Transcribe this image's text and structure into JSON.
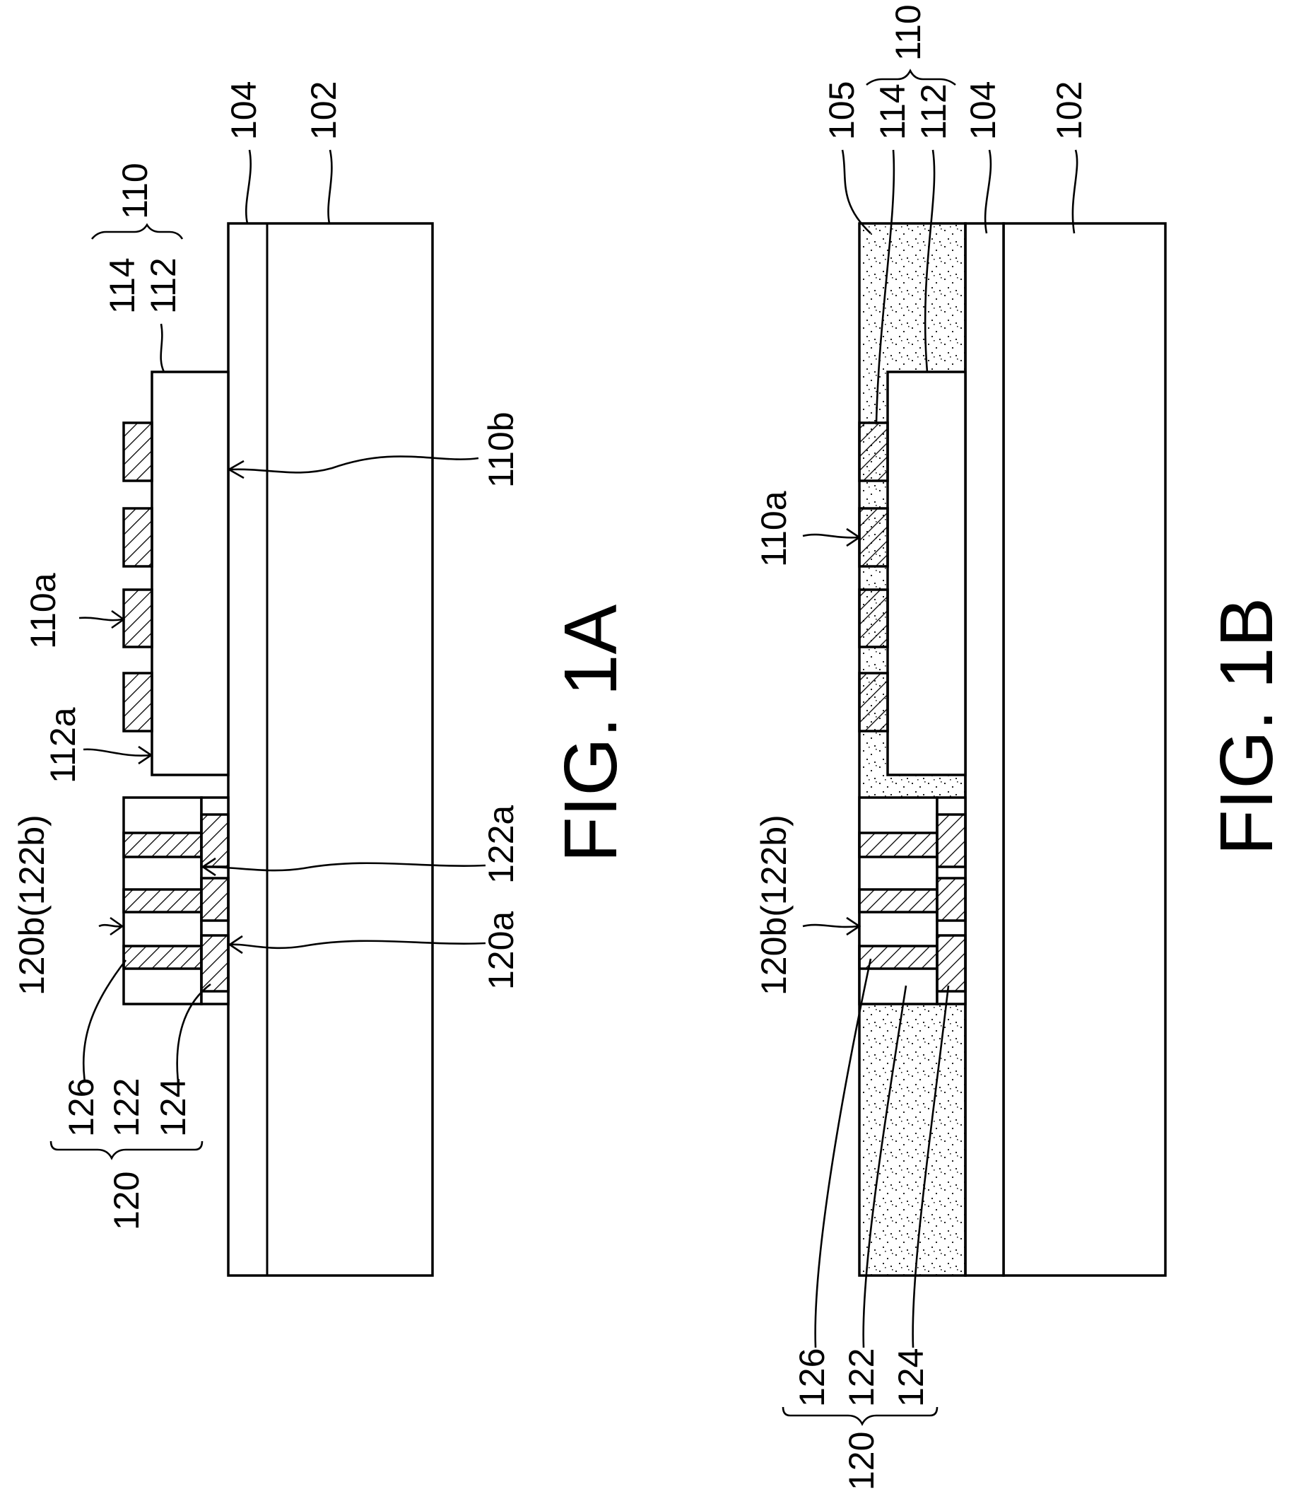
{
  "figure_1a": {
    "caption": "FIG. 1A",
    "labels": {
      "l102": "102",
      "l104": "104",
      "l110": "110",
      "l112": "112",
      "l114": "114",
      "l110a": "110a",
      "l110b": "110b",
      "l112a": "112a",
      "l120": "120",
      "l122": "122",
      "l124": "124",
      "l126": "126",
      "l120b": "120b(122b)",
      "l120a": "120a",
      "l122a": "122a"
    }
  },
  "figure_1b": {
    "caption": "FIG. 1B",
    "labels": {
      "l102": "102",
      "l104": "104",
      "l105": "105",
      "l110": "110",
      "l112": "112",
      "l114": "114",
      "l110a": "110a",
      "l120": "120",
      "l122": "122",
      "l124": "124",
      "l126": "126",
      "l120b": "120b(122b)"
    }
  }
}
